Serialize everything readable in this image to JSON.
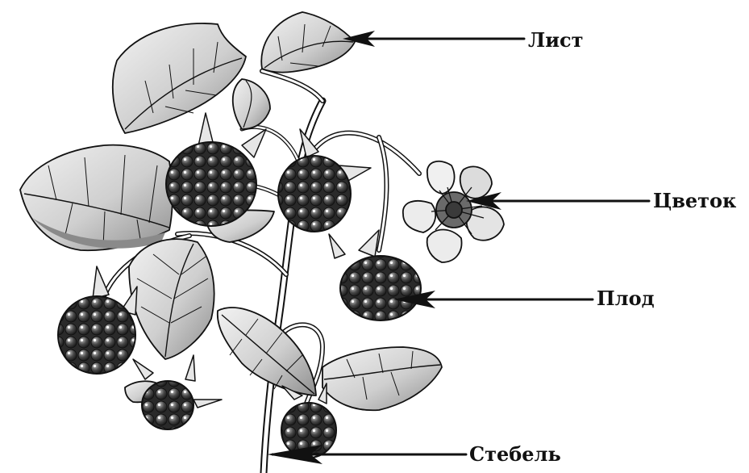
{
  "labels": {
    "leaf": "Лист",
    "flower": "Цветок",
    "fruit": "Плод",
    "stem": "Стебель"
  },
  "colors": {
    "ink": "#111111",
    "leaf_fill": "#d9d9d9",
    "leaf_shadow": "#9a9a9a",
    "berry": "#2e2e2e",
    "petal": "#ececec"
  }
}
